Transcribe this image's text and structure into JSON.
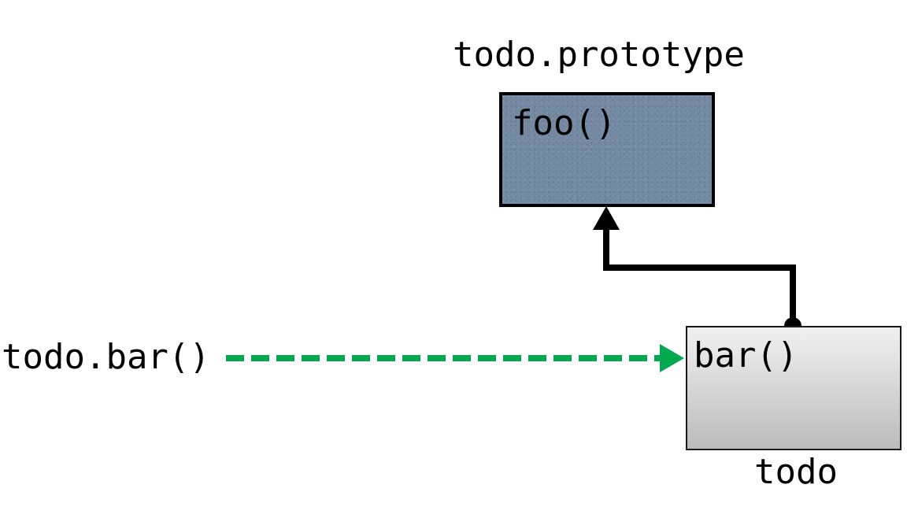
{
  "diagram": {
    "type": "javascript-prototype-chain",
    "background_color": "#ffffff",
    "prototype_box": {
      "title": "todo.prototype",
      "member": "foo()",
      "fill_color": "#7489a2",
      "border_color": "#000000"
    },
    "instance_box": {
      "caption": "todo",
      "member": "bar()",
      "fill_gradient_from": "#efefef",
      "fill_gradient_to": "#bbbbbb",
      "border_color": "#1a1a1a"
    },
    "call_label": "todo.bar()",
    "edges": [
      {
        "name": "call-arrow",
        "style": "dashed",
        "color": "#00a84e",
        "from": "todo.bar()",
        "to": "bar()"
      },
      {
        "name": "prototype-link",
        "style": "solid-elbow",
        "color": "#000000",
        "from": "todo",
        "to": "todo.prototype",
        "source_marker": "dot",
        "target_marker": "arrowhead"
      }
    ]
  }
}
